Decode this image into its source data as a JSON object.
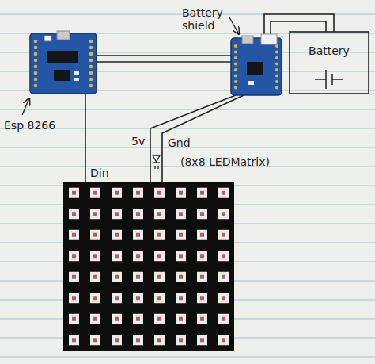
{
  "diagram": {
    "nodes": [
      {
        "text": [
          "Esp 8266"
        ]
      },
      {
        "text": [
          "Battery shield"
        ]
      },
      {
        "text": [
          "Battery"
        ]
      },
      {
        "text": [
          "(8x8 LEDMatrix)"
        ]
      }
    ],
    "edges": [
      {
        "from": 0,
        "to": 1,
        "arrow": "none"
      },
      {
        "from": 0,
        "to": 1,
        "arrow": "none"
      },
      {
        "from": 1,
        "to": 2,
        "arrow": "none"
      },
      {
        "from": 1,
        "to": 2,
        "arrow": "none"
      },
      {
        "from": 1,
        "to": 3,
        "label": "5v",
        "arrow": "none"
      },
      {
        "from": 1,
        "to": 3,
        "label": "Gnd",
        "arrow": "none"
      },
      {
        "from": 0,
        "to": 3,
        "label": "Din",
        "arrow": "none"
      }
    ]
  }
}
